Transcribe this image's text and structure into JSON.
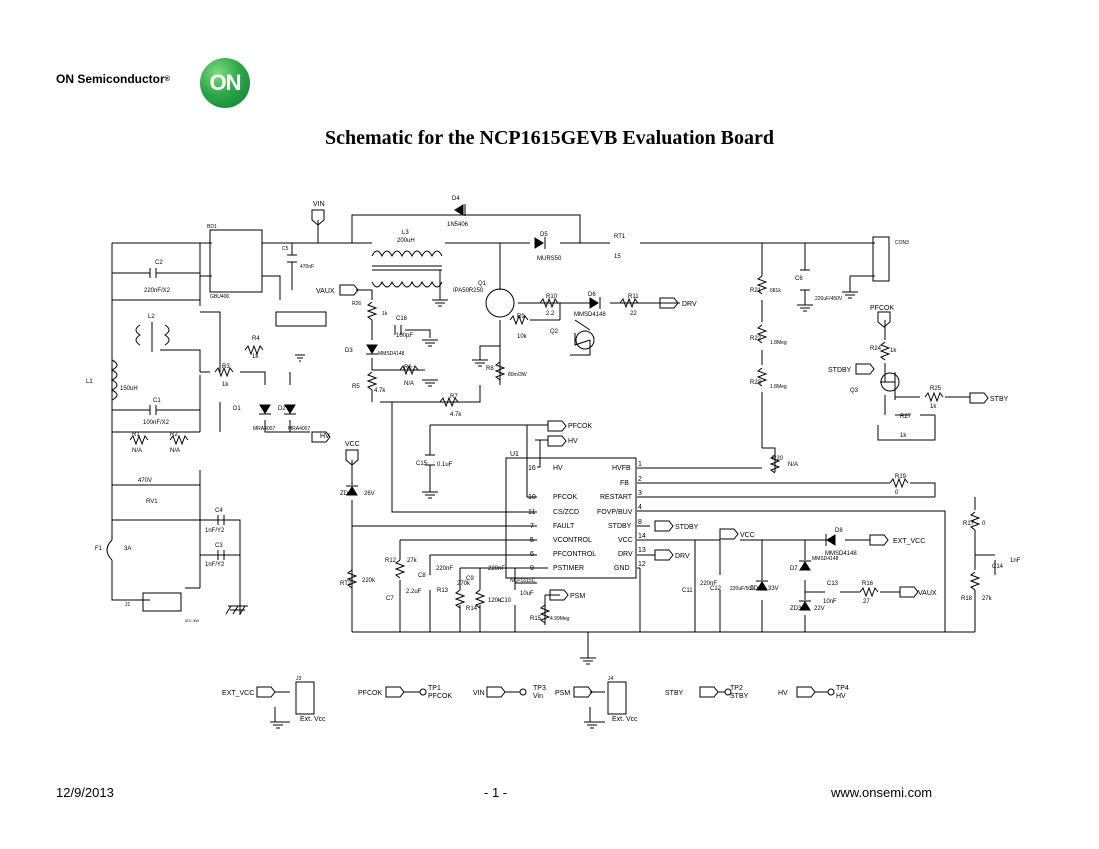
{
  "header": {
    "brand_name": "ON Semiconductor",
    "logo_text": "ON",
    "title": "Schematic for the NCP1615GEVB Evaluation Board"
  },
  "footer": {
    "date": "12/9/2013",
    "page": "- 1 -",
    "website": "www.onsemi.com"
  },
  "schematic": {
    "power_nets": [
      "VIN",
      "VAUX",
      "VCC",
      "PFCOK",
      "HV",
      "DRV",
      "STBY",
      "EXT_VCC",
      "PSM"
    ],
    "ic": {
      "ref": "U1",
      "part": "NCP1615C",
      "left_pins": [
        {
          "num": "16",
          "name": "HV"
        },
        {
          "num": "10",
          "name": "PFCOK"
        },
        {
          "num": "11",
          "name": "CS/ZCD"
        },
        {
          "num": "7",
          "name": "FAULT"
        },
        {
          "num": "5",
          "name": "VCONTROL"
        },
        {
          "num": "6",
          "name": "PFCONTROL"
        },
        {
          "num": "9",
          "name": "PSTIMER"
        }
      ],
      "right_pins": [
        {
          "num": "1",
          "name": "HVFB"
        },
        {
          "num": "2",
          "name": "FB"
        },
        {
          "num": "3",
          "name": "RESTART"
        },
        {
          "num": "4",
          "name": "FOVP/BUV"
        },
        {
          "num": "8",
          "name": "STDBY"
        },
        {
          "num": "14",
          "name": "VCC"
        },
        {
          "num": "13",
          "name": "DRV"
        },
        {
          "num": "12",
          "name": "GND"
        }
      ]
    },
    "components": [
      {
        "ref": "BD1",
        "value": "GBU406"
      },
      {
        "ref": "C5",
        "value": "470nF"
      },
      {
        "ref": "C2",
        "value": "220nF/X2"
      },
      {
        "ref": "L2",
        "value": ""
      },
      {
        "ref": "L1",
        "value": "150uH"
      },
      {
        "ref": "C1",
        "value": "100nF/X2"
      },
      {
        "ref": "R1",
        "value": "N/A"
      },
      {
        "ref": "R2",
        "value": "N/A"
      },
      {
        "ref": "RV1",
        "value": "470V"
      },
      {
        "ref": "C4",
        "value": "1nF/Y2"
      },
      {
        "ref": "C3",
        "value": "1nF/Y2"
      },
      {
        "ref": "F1",
        "value": "3A"
      },
      {
        "ref": "R4",
        "value": "1k"
      },
      {
        "ref": "R3",
        "value": "1k"
      },
      {
        "ref": "D1",
        "value": "MRA4007"
      },
      {
        "ref": "D2",
        "value": "MRA4007"
      },
      {
        "ref": "D4",
        "value": "1N5406"
      },
      {
        "ref": "L3",
        "value": "200uH"
      },
      {
        "ref": "D5",
        "value": "MURS50"
      },
      {
        "ref": "RT1",
        "value": "15"
      },
      {
        "ref": "Q1",
        "value": "IPA50R250"
      },
      {
        "ref": "R10",
        "value": "2.2"
      },
      {
        "ref": "R9",
        "value": "10k"
      },
      {
        "ref": "D6",
        "value": "MMSD4148"
      },
      {
        "ref": "R11",
        "value": "22"
      },
      {
        "ref": "Q2",
        "value": ""
      },
      {
        "ref": "R26",
        "value": "1k"
      },
      {
        "ref": "C16",
        "value": "100pF"
      },
      {
        "ref": "D3",
        "value": "MMSD4148"
      },
      {
        "ref": "R6",
        "value": "N/A"
      },
      {
        "ref": "R5",
        "value": "4.7k"
      },
      {
        "ref": "R7",
        "value": "4.7k"
      },
      {
        "ref": "R8",
        "value": "80m/3W"
      },
      {
        "ref": "R21",
        "value": "681k"
      },
      {
        "ref": "R22",
        "value": "1.8Meg"
      },
      {
        "ref": "R23",
        "value": "1.8Meg"
      },
      {
        "ref": "C6",
        "value": "220uF/450V"
      },
      {
        "ref": "J2",
        "value": "CON3"
      },
      {
        "ref": "R24",
        "value": "1k"
      },
      {
        "ref": "Q3",
        "value": ""
      },
      {
        "ref": "R25",
        "value": "1k"
      },
      {
        "ref": "R27",
        "value": "1k"
      },
      {
        "ref": "R20",
        "value": "N/A"
      },
      {
        "ref": "R19",
        "value": "0"
      },
      {
        "ref": "R17",
        "value": "0"
      },
      {
        "ref": "C14",
        "value": "1nF"
      },
      {
        "ref": "R18",
        "value": "27k"
      },
      {
        "ref": "C15",
        "value": "0.1uF"
      },
      {
        "ref": "ZD1",
        "value": "26V"
      },
      {
        "ref": "RT2",
        "value": "220k"
      },
      {
        "ref": "R12",
        "value": "27k"
      },
      {
        "ref": "C7",
        "value": "2.2uF"
      },
      {
        "ref": "C8",
        "value": "220nF"
      },
      {
        "ref": "R13",
        "value": "270k"
      },
      {
        "ref": "C9",
        "value": "220nF"
      },
      {
        "ref": "R14",
        "value": "120k"
      },
      {
        "ref": "C10",
        "value": "10uF"
      },
      {
        "ref": "R15",
        "value": "4.99Meg"
      },
      {
        "ref": "C11",
        "value": "220nF"
      },
      {
        "ref": "C12",
        "value": "220uF/50V"
      },
      {
        "ref": "ZD2",
        "value": "33V"
      },
      {
        "ref": "D8",
        "value": "MMSD4148"
      },
      {
        "ref": "D7",
        "value": "MMSD4148"
      },
      {
        "ref": "C13",
        "value": "10nF"
      },
      {
        "ref": "R16",
        "value": "27"
      },
      {
        "ref": "ZD3",
        "value": "22V"
      },
      {
        "ref": "J1",
        "value": "IEC-3W"
      },
      {
        "ref": "J3",
        "value": "Ext. Vcc"
      },
      {
        "ref": "J4",
        "value": "Ext. Vcc"
      }
    ],
    "test_points": [
      {
        "net": "PFCOK",
        "ref": "TP1",
        "label": "PFCOK"
      },
      {
        "net": "VIN",
        "ref": "TP3",
        "label": "Vin"
      },
      {
        "net": "STBY",
        "ref": "TP2",
        "label": "STBY"
      },
      {
        "net": "HV",
        "ref": "TP4",
        "label": "HV"
      }
    ],
    "connectors": [
      {
        "net": "EXT_VCC",
        "ref": "J3",
        "label": "Ext. Vcc"
      },
      {
        "net": "PSM",
        "ref": "J4",
        "label": "Ext. Vcc"
      }
    ]
  }
}
